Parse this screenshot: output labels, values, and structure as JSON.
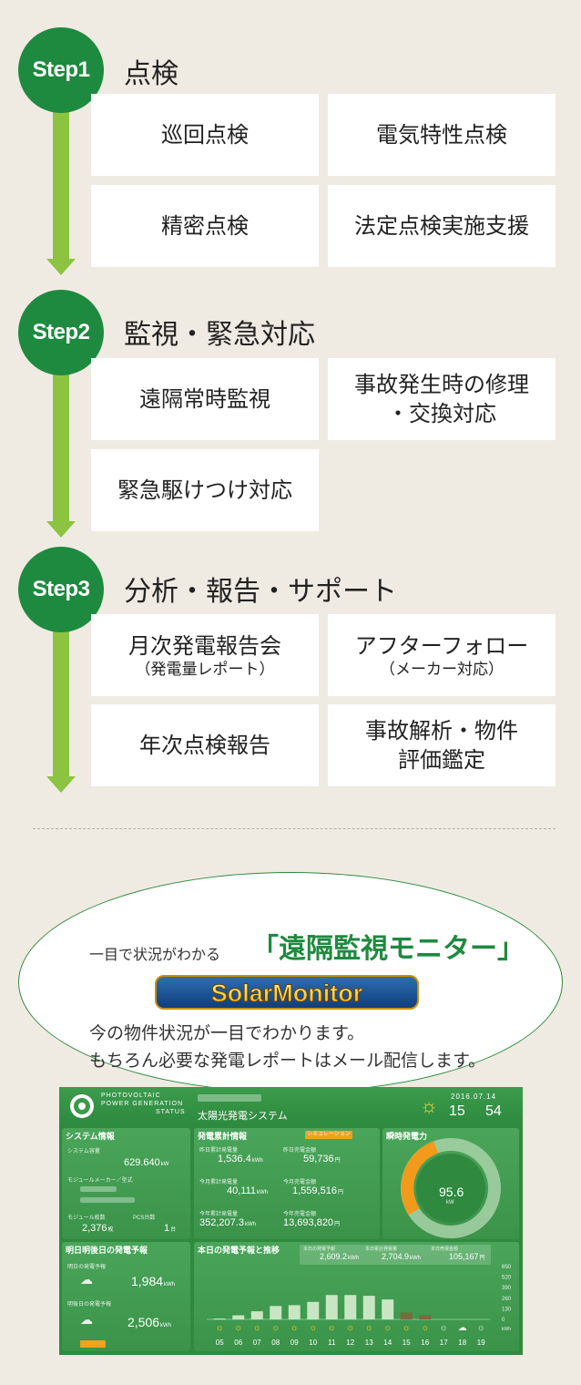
{
  "steps": [
    {
      "badge": "Step1",
      "title": "点検"
    },
    {
      "badge": "Step2",
      "title": "監視・緊急対応"
    },
    {
      "badge": "Step3",
      "title": "分析・報告・サポート"
    }
  ],
  "cards": {
    "c1": "巡回点検",
    "c2": "電気特性点検",
    "c3": "精密点検",
    "c4": "法定点検実施支援",
    "c5": "遠隔常時監視",
    "c6a": "事故発生時の修理",
    "c6b": "・交換対応",
    "c7": "緊急駆けつけ対応",
    "c8": "月次発電報告会",
    "c8s": "（発電量レポート）",
    "c9": "アフターフォロー",
    "c9s": "（メーカー対応）",
    "c10": "年次点検報告",
    "c11a": "事故解析・物件",
    "c11b": "評価鑑定"
  },
  "monitor": {
    "intro": "一目で状況がわかる",
    "headline": "「遠隔監視モニター」",
    "logo": "SolarMonitor",
    "desc1": "今の物件状況が一目でわかります。",
    "desc2": "もちろん必要な発電レポートはメール配信します。"
  },
  "dashboard": {
    "brand1": "PHOTOVOLTAIC",
    "brand2": "POWER GENERATION",
    "brand3": "STATUS",
    "system_name": "太陽光発電システム",
    "date": "2016.07.14",
    "hour": "15",
    "minute": "54",
    "sys": {
      "title": "システム情報",
      "cap_label": "システム容量",
      "cap_value": "629.640",
      "cap_unit": "kW",
      "maker_label": "モジュールメーカー／型式",
      "mod_label": "モジュール枚数",
      "pcs_label": "PCS台数",
      "mod_value": "2,376",
      "mod_unit": "枚",
      "pcs_value": "1",
      "pcs_unit": "台"
    },
    "acc": {
      "title": "発電累計情報",
      "badge": "シミュレーション",
      "y_label": "昨日累計発電量",
      "y_value": "1,536.4",
      "y_unit": "kWh",
      "y2_label": "昨日売電金額",
      "y2_value": "59,736",
      "y2_unit": "円",
      "m_label": "今月累計発電量",
      "m_value": "40,111",
      "m_unit": "kWh",
      "m2_label": "今月売電金額",
      "m2_value": "1,559,516",
      "m2_unit": "円",
      "t_label": "今年累計発電量",
      "t_value": "352,207.3",
      "t_unit": "kWh",
      "t2_label": "今年売電金額",
      "t2_value": "13,693,820",
      "t2_unit": "円"
    },
    "inst": {
      "title": "瞬時発電力",
      "value": "95.6",
      "unit": "kW"
    },
    "fc": {
      "title": "明日明後日の発電予報",
      "tomorrow_label": "明日の発電予報",
      "tomorrow_value": "1,984",
      "tomorrow_unit": "kWh",
      "day2_label": "明後日の発電予報",
      "day2_value": "2,506",
      "day2_unit": "kWh"
    },
    "today": {
      "title": "本日の発電予報と推移",
      "f_label": "本日の発電予報",
      "f_value": "2,609.2",
      "f_unit": "kWh",
      "a_label": "本日累計発電量",
      "a_value": "2,704.9",
      "a_unit": "kWh",
      "s_label": "本日売電金額",
      "s_value": "105,167",
      "s_unit": "円"
    }
  },
  "chart_data": {
    "type": "bar",
    "title": "本日の発電予報と推移",
    "categories": [
      "05",
      "06",
      "07",
      "08",
      "09",
      "10",
      "11",
      "12",
      "13",
      "14",
      "15",
      "16",
      "17",
      "18",
      "19"
    ],
    "values": [
      5,
      50,
      100,
      165,
      175,
      215,
      300,
      300,
      290,
      245,
      85,
      55,
      0,
      0,
      0
    ],
    "yticks": [
      "650",
      "520",
      "390",
      "260",
      "130",
      "0"
    ],
    "ylabel": "kWh",
    "ylim": [
      0,
      650
    ]
  }
}
